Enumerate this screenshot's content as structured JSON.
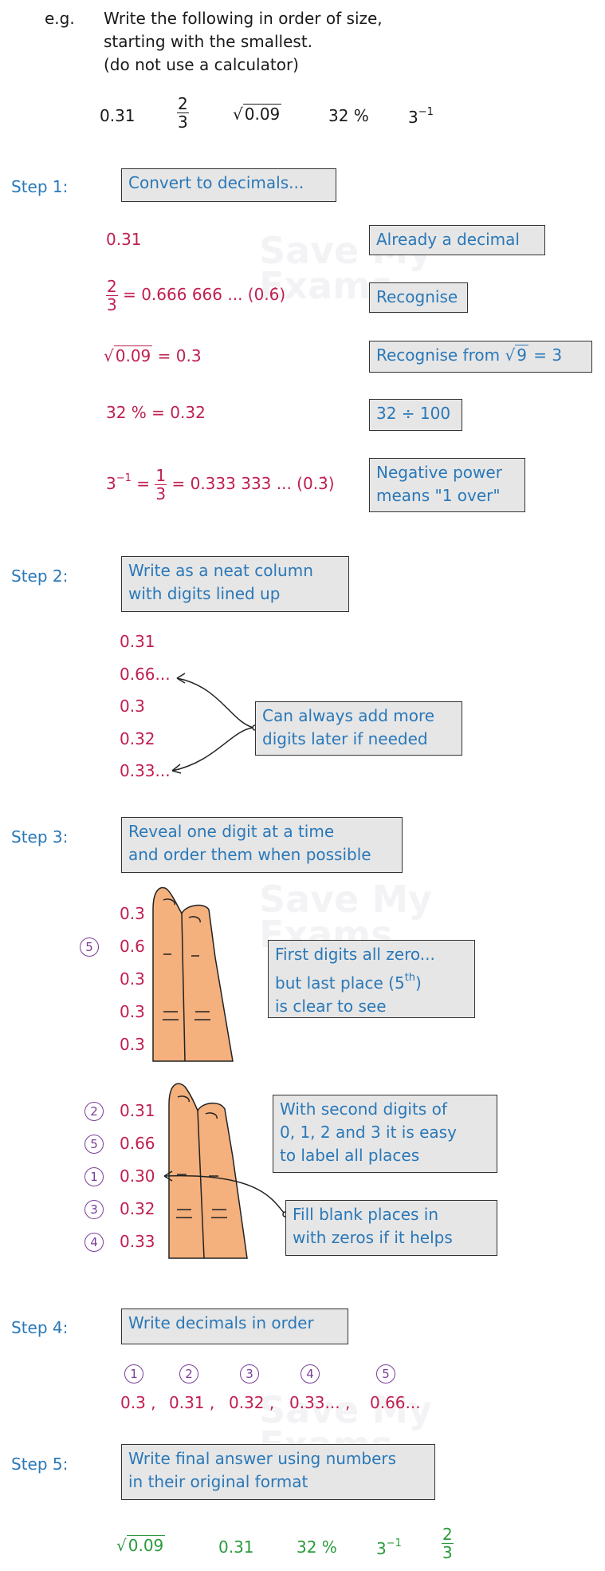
{
  "intro": {
    "eg": "e.g.",
    "lines": [
      "Write the following in order of size,",
      "starting with the smallest.",
      "(do not use a calculator)"
    ],
    "items": {
      "a": "0.31",
      "frac_num": "2",
      "frac_den": "3",
      "sqrt_sym": "√",
      "sqrt_val": "0.09",
      "pct": "32 %",
      "pow_base": "3",
      "pow_exp": "−1"
    }
  },
  "step1": {
    "label": "Step 1:",
    "box": "Convert to decimals...",
    "rows": [
      {
        "expr": "0.31",
        "note": "Already a decimal"
      },
      {
        "frac_num": "2",
        "frac_den": "3",
        "expr": "= 0.666 666 ...  (0.6̇)",
        "note": "Recognise"
      },
      {
        "sqrt_sym": "√",
        "sqrt_val": "0.09",
        "expr": " = 0.3",
        "note_a": "Recognise from ",
        "note_sqrt": "9",
        "note_b": " = 3"
      },
      {
        "expr": "32 % = 0.32",
        "note": "32 ÷ 100"
      },
      {
        "base": "3",
        "exp": "−1",
        "eq": " = ",
        "frac_num": "1",
        "frac_den": "3",
        "expr": "= 0.333 333 ...  (0.3̇)",
        "note1": "Negative power",
        "note2": "means \"1 over\""
      }
    ]
  },
  "step2": {
    "label": "Step 2:",
    "box1": "Write as a neat column",
    "box2": "with digits lined up",
    "column": [
      "0.31",
      "0.66...",
      "0.3",
      "0.32",
      "0.33..."
    ],
    "callout1": "Can always add more",
    "callout2": "digits later if needed"
  },
  "step3": {
    "label": "Step 3:",
    "box1": "Reveal one digit at a time",
    "box2": "and order them when possible",
    "column1": [
      "0.3",
      "0.6",
      "0.3",
      "0.3",
      "0.3"
    ],
    "marker1": "5",
    "note1_l1": "First digits all zero...",
    "note1_l2a": "but last place (5",
    "note1_sup": "th",
    "note1_l2b": ")",
    "note1_l3": "is clear to see",
    "column2": [
      "0.31",
      "0.66",
      "0.30",
      "0.32",
      "0.33"
    ],
    "ranks2": [
      "2",
      "5",
      "1",
      "3",
      "4"
    ],
    "note2_l1": "With second digits of",
    "note2_l2": "0, 1, 2 and 3 it is easy",
    "note2_l3": "to label all places",
    "callout1": "Fill blank places in",
    "callout2": "with zeros if it helps"
  },
  "step4": {
    "label": "Step 4:",
    "box": "Write decimals in order",
    "ranks": [
      "1",
      "2",
      "3",
      "4",
      "5"
    ],
    "values": [
      "0.3 ,",
      "0.31 ,",
      "0.32 ,",
      "0.33... ,",
      "0.66..."
    ]
  },
  "step5": {
    "label": "Step 5:",
    "box1": "Write final answer using numbers",
    "box2": "in their original format",
    "answer": {
      "sqrt_sym": "√",
      "sqrt_val": "0.09",
      "b": "0.31",
      "c": "32 %",
      "pow_base": "3",
      "pow_exp": "−1",
      "frac_num": "2",
      "frac_den": "3"
    }
  },
  "watermark": {
    "line1": "Save My",
    "line2": "Exams"
  },
  "colors": {
    "blue": "#2a78b8",
    "red": "#c01f4f",
    "green": "#2a9a3c",
    "purple": "#7a3e9a",
    "box_fill": "#e6e6e6",
    "finger": "#f4b07d"
  }
}
